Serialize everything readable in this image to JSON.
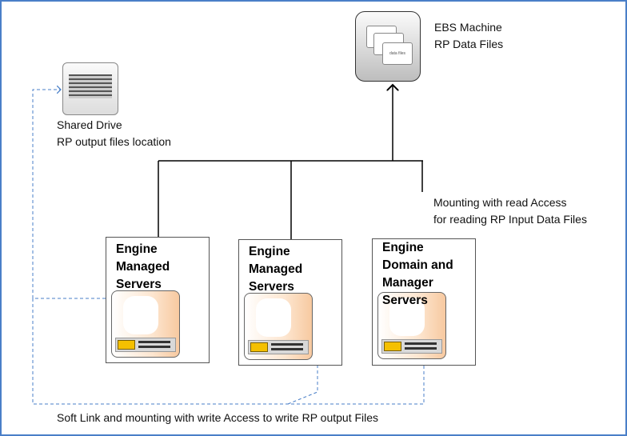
{
  "ebs": {
    "line1": "EBS Machine",
    "line2": "RP Data Files",
    "icon": "data-files-icon",
    "icon_text": "data files"
  },
  "shared_drive": {
    "line1": "Shared Drive",
    "line2": "RP output files location",
    "icon": "shared-drive-icon"
  },
  "mount_read": {
    "line1": "Mounting with read Access",
    "line2": "for reading RP Input Data Files"
  },
  "servers": [
    {
      "title": "Engine Managed Servers"
    },
    {
      "title": "Engine Managed Servers"
    },
    {
      "title": "Engine Domain and Manager Servers"
    }
  ],
  "soft_link": "Soft Link and mounting with write Access to write RP output Files",
  "colors": {
    "frame": "#4a7fc8",
    "dashed": "#4a7fc8",
    "rack_accent": "#f5c000"
  }
}
